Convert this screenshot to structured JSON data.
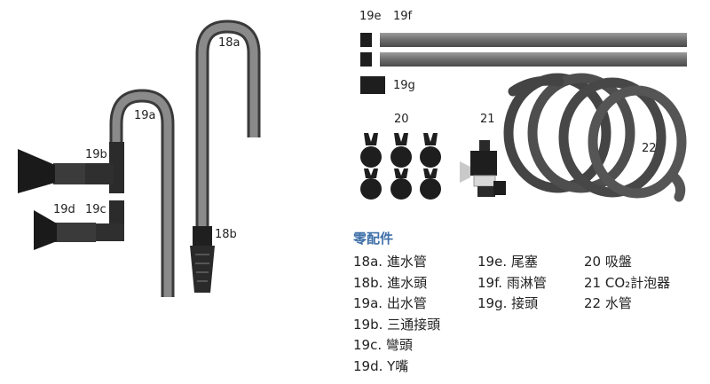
{
  "labels": {
    "l18a": "18a",
    "l18b": "18b",
    "l19a": "19a",
    "l19b": "19b",
    "l19c": "19c",
    "l19d": "19d",
    "l19e": "19e",
    "l19f": "19f",
    "l19g": "19g",
    "l20": "20",
    "l21": "21",
    "l22": "22"
  },
  "heading": "零配件",
  "parts_col1": [
    "18a. 進水管",
    "18b. 進水頭",
    "19a. 出水管",
    "19b. 三通接頭",
    "19c. 彎頭",
    "19d. Y嘴"
  ],
  "parts_col2": [
    "19e. 尾塞",
    "19f.  雨淋管",
    "19g. 接頭"
  ],
  "parts_col3": [
    "20 吸盤",
    "21 CO₂計泡器",
    "22 水管"
  ],
  "colors": {
    "heading": "#3f6fa8",
    "tube": "#6a6a6a",
    "dark": "#2a2a2a"
  }
}
